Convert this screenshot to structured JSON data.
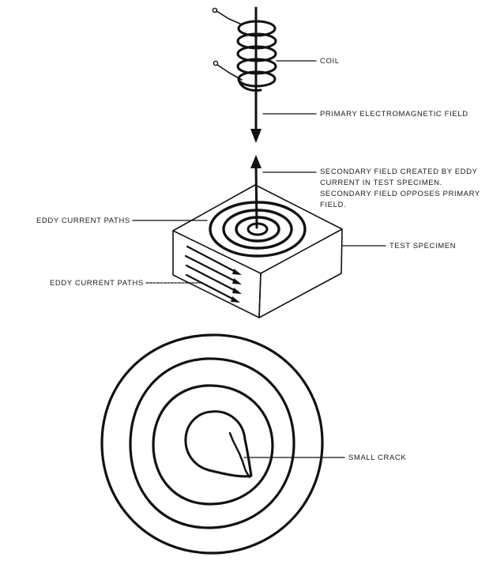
{
  "labels": {
    "coil": "COIL",
    "primary_field": "PRIMARY ELECTROMAGNETIC FIELD",
    "secondary_field": [
      "SECONDARY FIELD CREATED BY EDDY",
      "CURRENT IN TEST SPECIMEN.",
      "SECONDARY FIELD OPPOSES PRIMARY",
      "FIELD."
    ],
    "eddy_paths_top": "EDDY CURRENT PATHS",
    "test_specimen": "TEST SPECIMEN",
    "eddy_paths_side": "EDDY CURRENT PATHS",
    "small_crack": "SMALL CRACK"
  }
}
